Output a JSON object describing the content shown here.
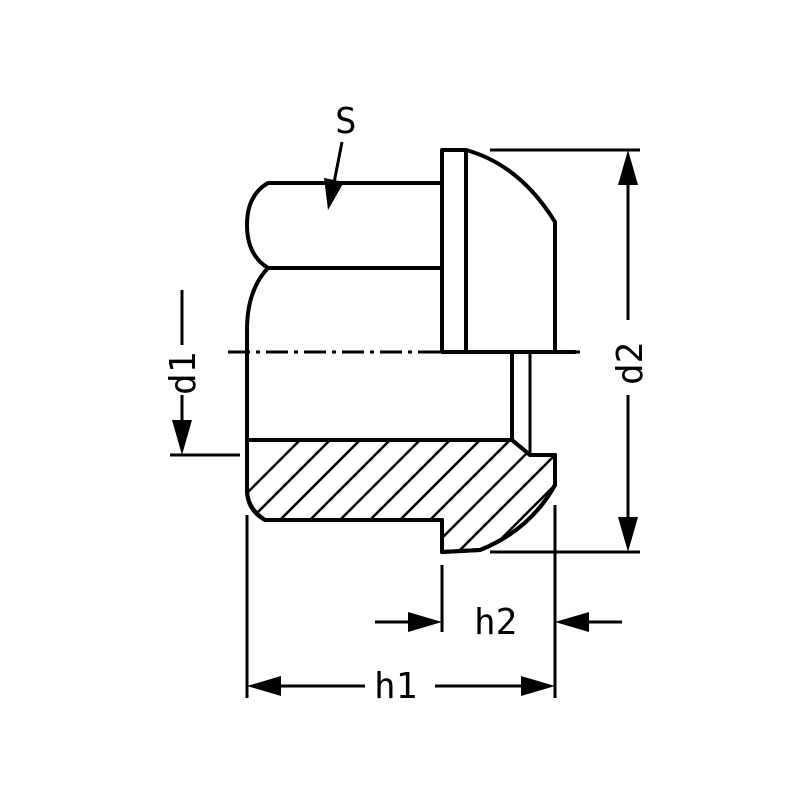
{
  "labels": {
    "s": "S",
    "d1": "d1",
    "d2": "d2",
    "h1": "h1",
    "h2": "h2"
  },
  "colors": {
    "stroke": "#000000",
    "background": "#ffffff"
  }
}
